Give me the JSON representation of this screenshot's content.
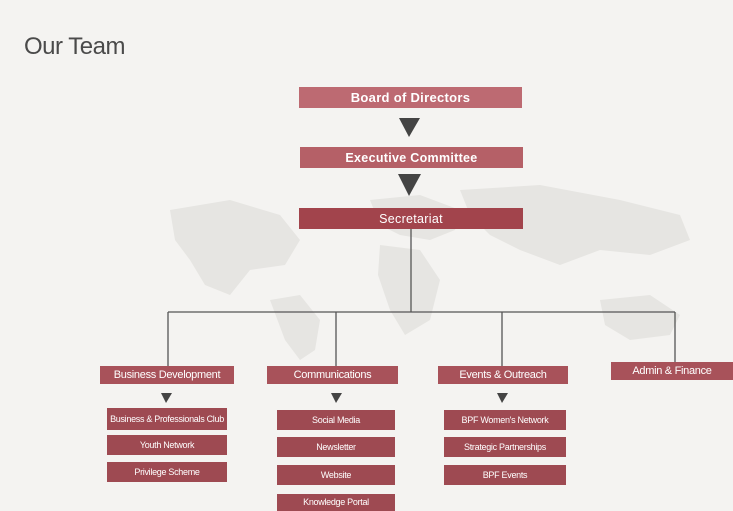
{
  "header": {
    "title": "Our Team"
  },
  "hierarchy": {
    "board": "Board of Directors",
    "executive": "Executive Committee",
    "secretariat": "Secretariat"
  },
  "departments": [
    {
      "name": "Business Development",
      "units": [
        "Business & Professionals Club",
        "Youth Network",
        "Privilege Scheme"
      ]
    },
    {
      "name": "Communications",
      "units": [
        "Social Media",
        "Newsletter",
        "Website",
        "Knowledge Portal"
      ]
    },
    {
      "name": "Events & Outreach",
      "units": [
        "BPF Women's Network",
        "Strategic Partnerships",
        "BPF Events"
      ]
    },
    {
      "name": "Admin & Finance",
      "units": []
    }
  ],
  "colors": {
    "background": "#f4f3f1",
    "box_primary": "#a2444c",
    "arrow": "#444444",
    "connector": "#555555"
  }
}
